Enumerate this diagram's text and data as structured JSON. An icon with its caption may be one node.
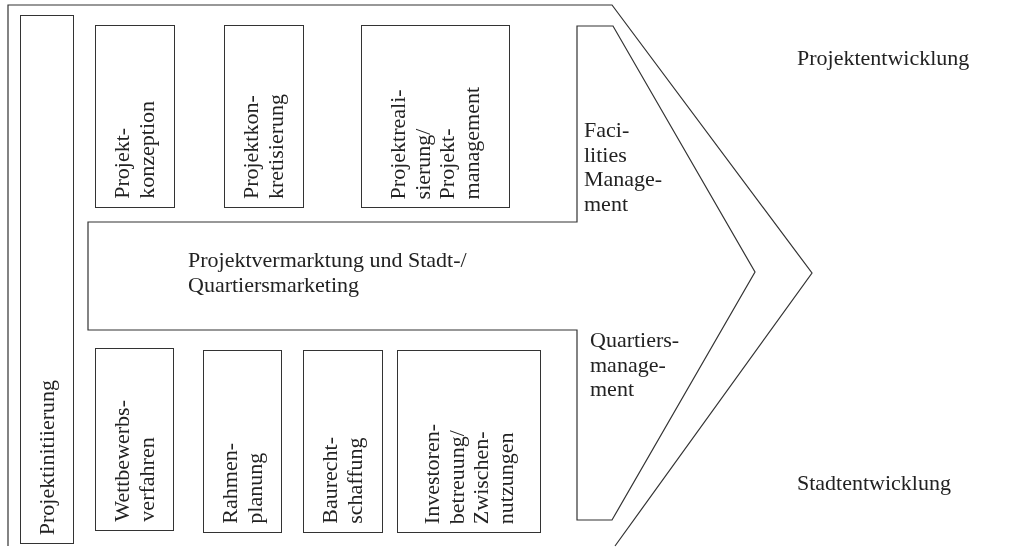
{
  "diagram": {
    "nodes": [
      {
        "text": [
          "Projektinitiierung"
        ]
      },
      {
        "text": [
          "Projekt- konzeption"
        ]
      },
      {
        "text": [
          "Projektkon- kretisierung"
        ]
      },
      {
        "text": [
          "Projektreali- sierung/ Projekt- management"
        ]
      },
      {
        "text": [
          "Projektvermarktung und Stadt-/ Quartiersmarketing",
          "Faci- lities Manage- ment",
          "Quartiers- manage- ment"
        ]
      },
      {
        "text": [
          "Wettbewerbs- verfahren"
        ]
      },
      {
        "text": [
          "Rahmen- planung"
        ]
      },
      {
        "text": [
          "Baurecht- schaffung"
        ]
      },
      {
        "text": [
          "Investoren- betreuung/ Zwischen- nutzungen"
        ]
      }
    ],
    "labels": [
      "Projektentwicklung",
      "Stadtentwicklung"
    ]
  }
}
